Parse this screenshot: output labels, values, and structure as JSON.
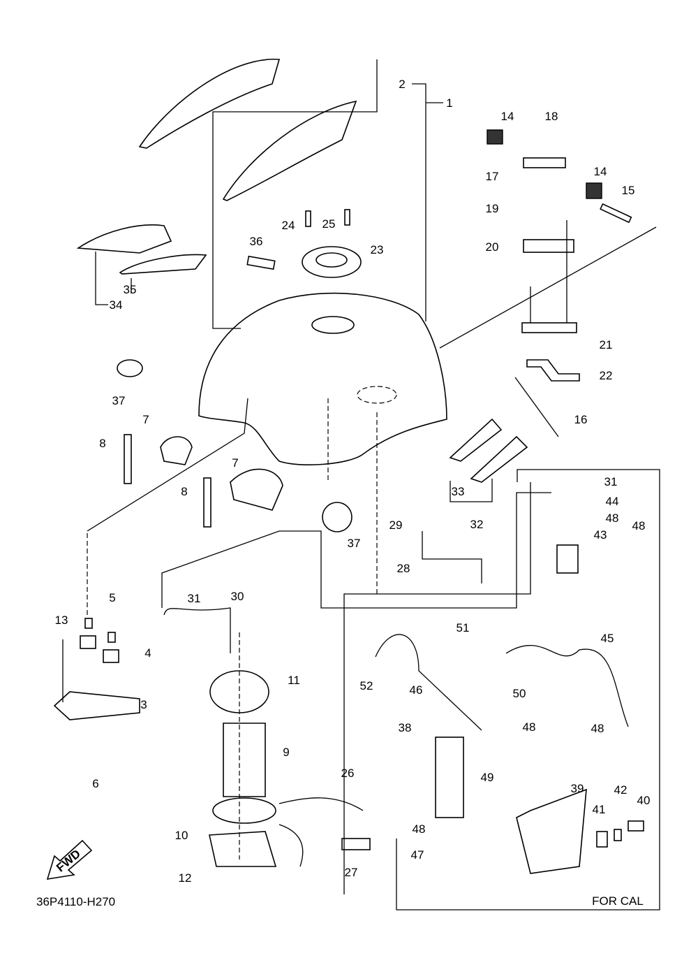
{
  "diagram_code": "36P4110-H270",
  "region_box_label": "FOR CAL",
  "fwd_arrow_label": "FWD",
  "callouts": [
    "1",
    "2",
    "14",
    "18",
    "17",
    "14",
    "15",
    "19",
    "20",
    "21",
    "22",
    "24",
    "25",
    "23",
    "36",
    "35",
    "34",
    "37",
    "37",
    "7",
    "7",
    "8",
    "8",
    "16",
    "33",
    "32",
    "31",
    "44",
    "48",
    "43",
    "48",
    "29",
    "28",
    "5",
    "13",
    "4",
    "3",
    "6",
    "31",
    "30",
    "11",
    "9",
    "26",
    "10",
    "12",
    "27",
    "51",
    "45",
    "52",
    "46",
    "50",
    "38",
    "48",
    "48",
    "49",
    "39",
    "42",
    "40",
    "41",
    "48",
    "47"
  ]
}
